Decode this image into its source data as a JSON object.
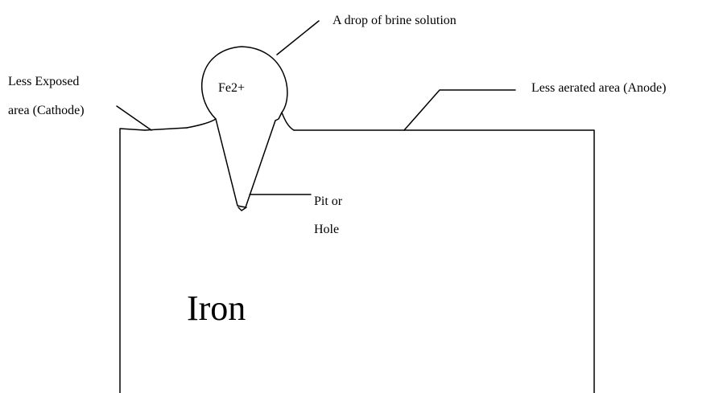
{
  "labels": {
    "drop": "A drop of brine solution",
    "cathode_line1": "Less Exposed",
    "cathode_line2": "area (Cathode)",
    "anode": "Less aerated area (Anode)",
    "ion": "Fe2+",
    "pit_line1": "Pit or",
    "pit_line2": "Hole",
    "metal": "Iron"
  }
}
